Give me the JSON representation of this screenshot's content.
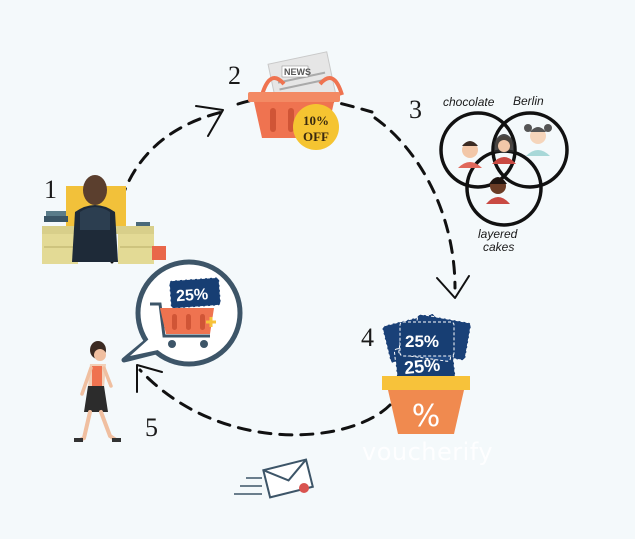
{
  "steps": [
    {
      "number": "1"
    },
    {
      "number": "2"
    },
    {
      "number": "3"
    },
    {
      "number": "4"
    },
    {
      "number": "5"
    }
  ],
  "newspaper": {
    "label": "NEWS"
  },
  "discount_badge": {
    "line1": "10%",
    "line2": "OFF"
  },
  "segments": {
    "chocolate": "chocolate",
    "berlin": "Berlin",
    "layered_line1": "layered",
    "layered_line2": "cakes"
  },
  "coupons": {
    "value": "25%",
    "bowl_symbol": "%"
  },
  "bubble_coupon": {
    "value": "25%"
  },
  "watermark": {
    "text": "voucherify"
  },
  "colors": {
    "background": "#f4f9fb",
    "basket_orange": "#ef7350",
    "badge_yellow": "#f5c431",
    "coupon_navy": "#173e73",
    "bowl_orange": "#f08a4f",
    "arrow": "#111111"
  },
  "icons": [
    "office-worker-icon",
    "shopping-basket-newspaper-icon",
    "customer-segments-venn-icon",
    "coupon-bowl-icon",
    "shopping-woman-icon",
    "speech-bubble-cart-icon",
    "email-envelope-icon"
  ]
}
